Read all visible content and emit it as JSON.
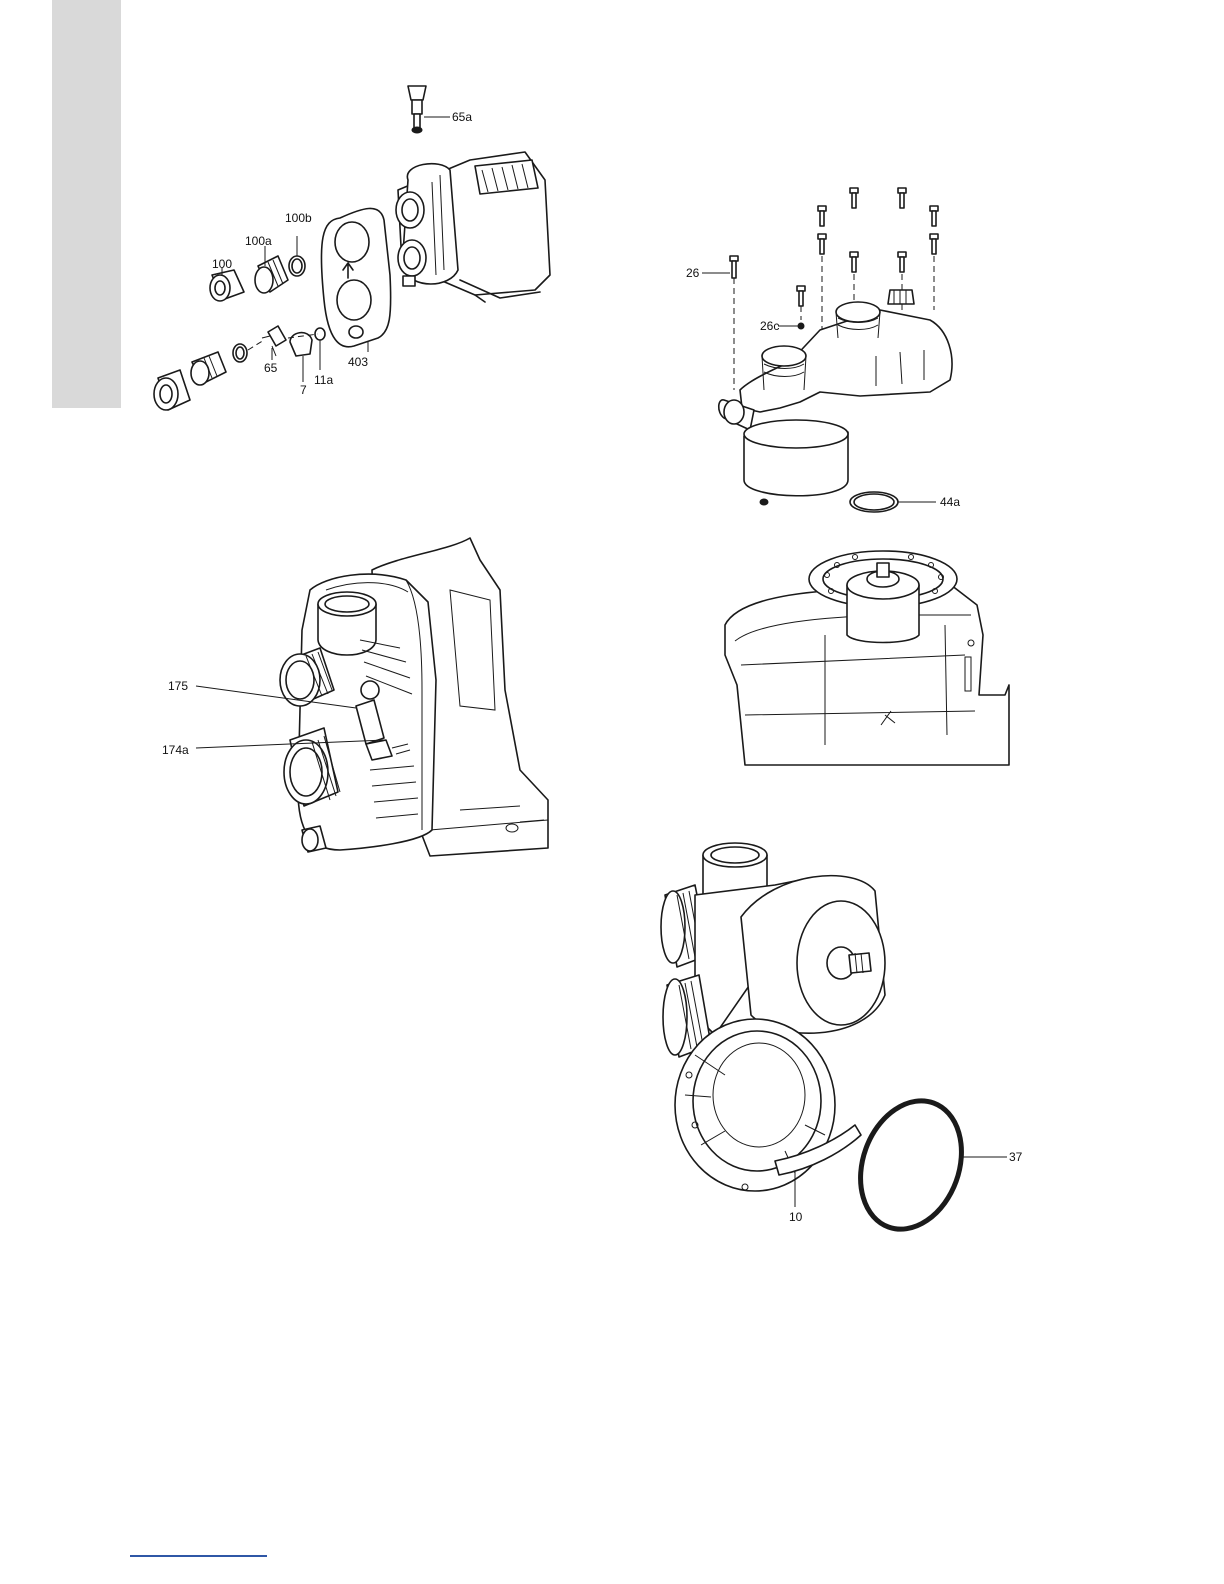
{
  "figure1": {
    "labels": [
      "65a",
      "100b",
      "100a",
      "100",
      "65",
      "7",
      "11a",
      "403"
    ]
  },
  "figure2": {
    "labels": [
      "26",
      "26c",
      "44a"
    ]
  },
  "figure3": {
    "labels": [
      "175",
      "174a"
    ]
  },
  "figure4": {
    "labels": []
  },
  "figure5": {
    "labels": [
      "37",
      "10"
    ]
  }
}
